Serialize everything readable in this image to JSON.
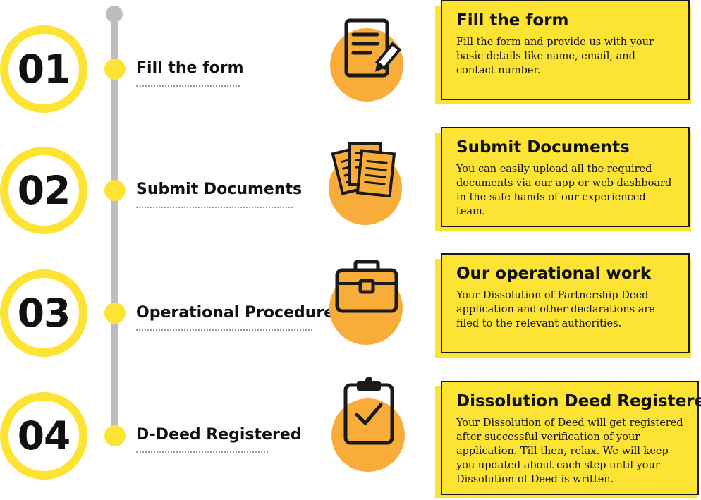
{
  "steps": [
    {
      "number": "01",
      "label": "Fill the form",
      "icon": "form-pencil-icon",
      "title": "Fill the form",
      "description": "Fill the form and provide us with your basic details like name, email, and contact number."
    },
    {
      "number": "02",
      "label": "Submit Documents",
      "icon": "documents-icon",
      "title": "Submit Documents",
      "description": "You can easily upload all the required documents via our app or web dashboard in the safe hands of our experienced team."
    },
    {
      "number": "03",
      "label": "Operational Procedure",
      "icon": "briefcase-icon",
      "title": "Our operational work",
      "description": "Your Dissolution of Partnership Deed application and other declarations are filed to the relevant authorities."
    },
    {
      "number": "04",
      "label": "D-Deed Registered",
      "icon": "clipboard-check-icon",
      "title": "Dissolution Deed Registered",
      "description": "Your Dissolution of Deed will get registered after successful verification of your application. Till then, relax. We will keep you updated about each step until your Dissolution of Deed is written."
    }
  ],
  "colors": {
    "yellow": "#fde434",
    "orange": "#f8ad3b",
    "timeline_gray": "#bdbdbd",
    "text": "#111111"
  }
}
